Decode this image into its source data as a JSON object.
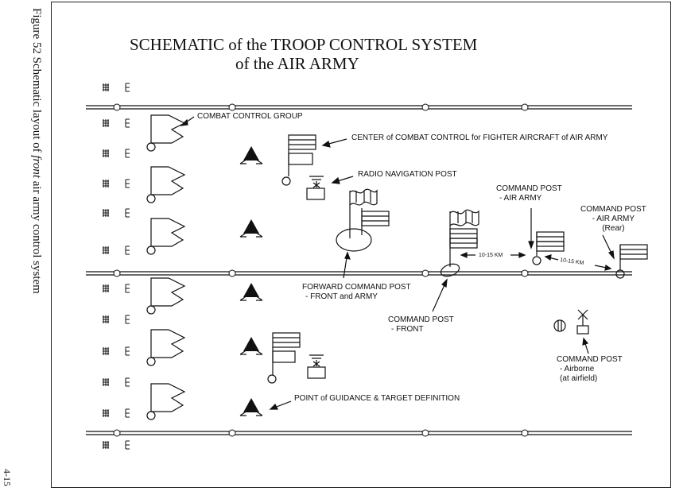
{
  "page": {
    "side_caption_prefix": "Figure 52 Schematic layout of ",
    "side_caption_italic": "front",
    "side_caption_suffix": " air army control system",
    "page_number": "4-15"
  },
  "title": {
    "line1": "SCHEMATIC of the TROOP CONTROL SYSTEM",
    "line2": "of the AIR ARMY"
  },
  "labels": {
    "combat_control_group": "COMBAT CONTROL GROUP",
    "center_combat_control": "CENTER of COMBAT CONTROL for FIGHTER AIRCRAFT of AIR ARMY",
    "radio_navigation_post": "RADIO NAVIGATION POST",
    "cp_air_army_line1": "COMMAND POST",
    "cp_air_army_line2": "- AIR ARMY",
    "cp_rear_line1": "COMMAND POST",
    "cp_rear_line2": "- AIR ARMY",
    "cp_rear_line3": "(Rear)",
    "fwd_cp_line1": "FORWARD COMMAND POST",
    "fwd_cp_line2": "- FRONT and ARMY",
    "cp_front_line1": "COMMAND POST",
    "cp_front_line2": "- FRONT",
    "cp_airborne_line1": "COMMAND POST",
    "cp_airborne_line2": "- Airborne",
    "cp_airborne_line3": "(at airfield)",
    "point_guidance": "POINT of GUIDANCE & TARGET DEFINITION"
  },
  "distances": {
    "dist1": "10-15 KM",
    "dist2": "10-15 KM"
  }
}
